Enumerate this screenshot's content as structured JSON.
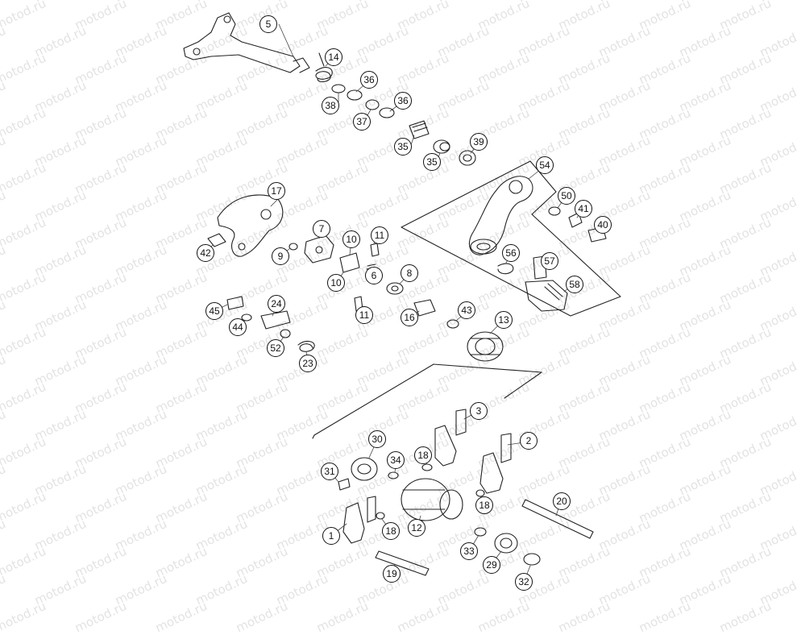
{
  "watermark": "motod.ru",
  "callouts": [
    "5",
    "14",
    "36",
    "38",
    "37",
    "36",
    "35",
    "39",
    "35",
    "54",
    "17",
    "50",
    "41",
    "40",
    "7",
    "10",
    "11",
    "42",
    "9",
    "56",
    "57",
    "10",
    "6",
    "8",
    "58",
    "11",
    "45",
    "24",
    "16",
    "43",
    "44",
    "13",
    "52",
    "23",
    "3",
    "30",
    "2",
    "34",
    "18",
    "31",
    "18",
    "20",
    "1",
    "18",
    "12",
    "33",
    "29",
    "19",
    "32"
  ]
}
